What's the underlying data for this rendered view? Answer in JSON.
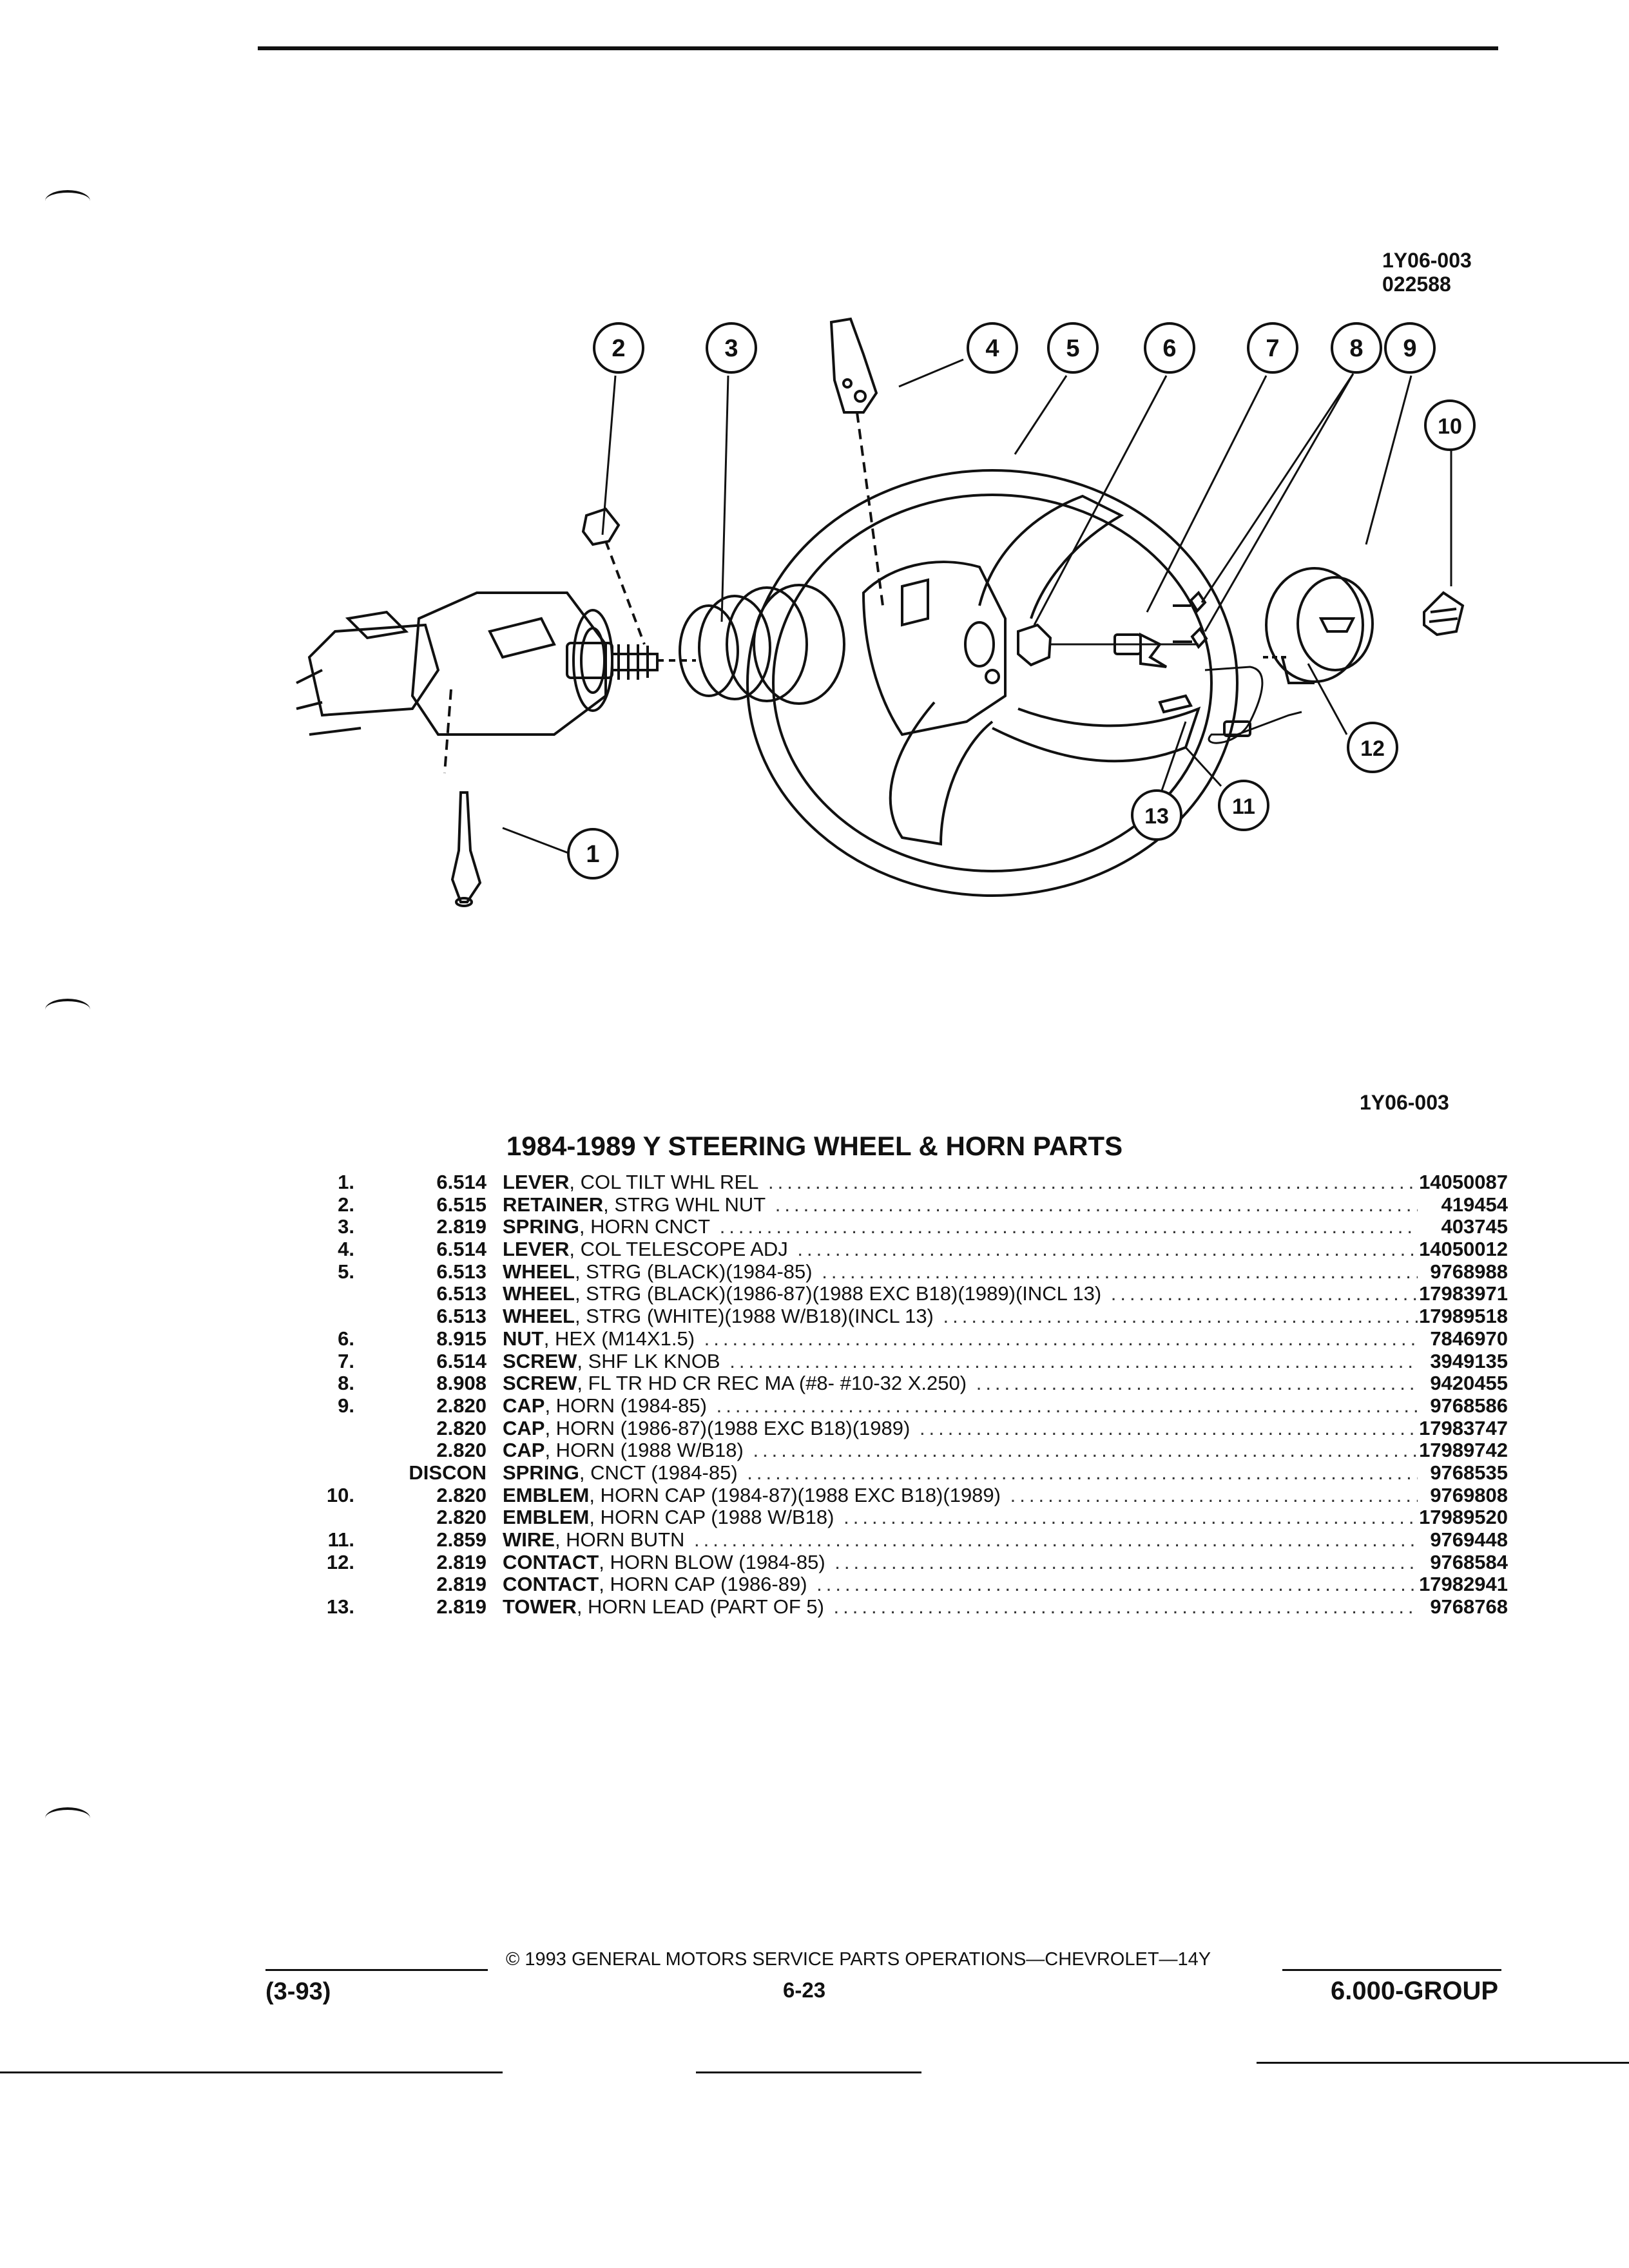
{
  "header": {
    "diagram_ref_top": "1Y06-003",
    "diagram_date": "022588",
    "diagram_ref_bottom": "1Y06-003"
  },
  "diagram": {
    "callouts": [
      "1",
      "2",
      "3",
      "4",
      "5",
      "6",
      "7",
      "8",
      "9",
      "10",
      "11",
      "12",
      "13"
    ]
  },
  "title": "1984-1989 Y STEERING WHEEL & HORN PARTS",
  "parts": [
    {
      "item": "1.",
      "group": "6.514",
      "name": "LEVER",
      "desc": ", COL TILT WHL REL",
      "pn": "14050087"
    },
    {
      "item": "2.",
      "group": "6.515",
      "name": "RETAINER",
      "desc": ", STRG WHL NUT",
      "pn": "419454"
    },
    {
      "item": "3.",
      "group": "2.819",
      "name": "SPRING",
      "desc": ", HORN CNCT",
      "pn": "403745"
    },
    {
      "item": "4.",
      "group": "6.514",
      "name": "LEVER",
      "desc": ", COL TELESCOPE ADJ",
      "pn": "14050012"
    },
    {
      "item": "5.",
      "group": "6.513",
      "name": "WHEEL",
      "desc": ", STRG (BLACK)(1984-85)",
      "pn": "9768988"
    },
    {
      "item": "",
      "group": "6.513",
      "name": "WHEEL",
      "desc": ", STRG (BLACK)(1986-87)(1988 EXC B18)(1989)(INCL 13)",
      "pn": "17983971"
    },
    {
      "item": "",
      "group": "6.513",
      "name": "WHEEL",
      "desc": ", STRG (WHITE)(1988 W/B18)(INCL 13)",
      "pn": "17989518"
    },
    {
      "item": "6.",
      "group": "8.915",
      "name": "NUT",
      "desc": ", HEX (M14X1.5)",
      "pn": "7846970"
    },
    {
      "item": "7.",
      "group": "6.514",
      "name": "SCREW",
      "desc": ", SHF LK KNOB",
      "pn": "3949135"
    },
    {
      "item": "8.",
      "group": "8.908",
      "name": "SCREW",
      "desc": ", FL TR HD CR REC MA (#8- #10-32 X.250)",
      "pn": "9420455"
    },
    {
      "item": "9.",
      "group": "2.820",
      "name": "CAP",
      "desc": ", HORN (1984-85)",
      "pn": "9768586"
    },
    {
      "item": "",
      "group": "2.820",
      "name": "CAP",
      "desc": ", HORN (1986-87)(1988 EXC B18)(1989)",
      "pn": "17983747"
    },
    {
      "item": "",
      "group": "2.820",
      "name": "CAP",
      "desc": ", HORN (1988 W/B18)",
      "pn": "17989742"
    },
    {
      "item": "",
      "group": "DISCON",
      "name": "SPRING",
      "desc": ", CNCT (1984-85)",
      "pn": "9768535"
    },
    {
      "item": "10.",
      "group": "2.820",
      "name": "EMBLEM",
      "desc": ", HORN CAP (1984-87)(1988 EXC B18)(1989)",
      "pn": "9769808"
    },
    {
      "item": "",
      "group": "2.820",
      "name": "EMBLEM",
      "desc": ", HORN CAP (1988 W/B18)",
      "pn": "17989520"
    },
    {
      "item": "11.",
      "group": "2.859",
      "name": "WIRE",
      "desc": ", HORN BUTN",
      "pn": "9769448"
    },
    {
      "item": "12.",
      "group": "2.819",
      "name": "CONTACT",
      "desc": ", HORN BLOW (1984-85)",
      "pn": "9768584"
    },
    {
      "item": "",
      "group": "2.819",
      "name": "CONTACT",
      "desc": ", HORN CAP (1986-89)",
      "pn": "17982941"
    },
    {
      "item": "13.",
      "group": "2.819",
      "name": "TOWER",
      "desc": ", HORN LEAD (PART OF 5)",
      "pn": "9768768"
    }
  ],
  "footer": {
    "copyright": "© 1993 GENERAL MOTORS SERVICE PARTS OPERATIONS—CHEVROLET—14Y",
    "date": "(3-93)",
    "page": "6-23",
    "group": "6.000-GROUP"
  }
}
